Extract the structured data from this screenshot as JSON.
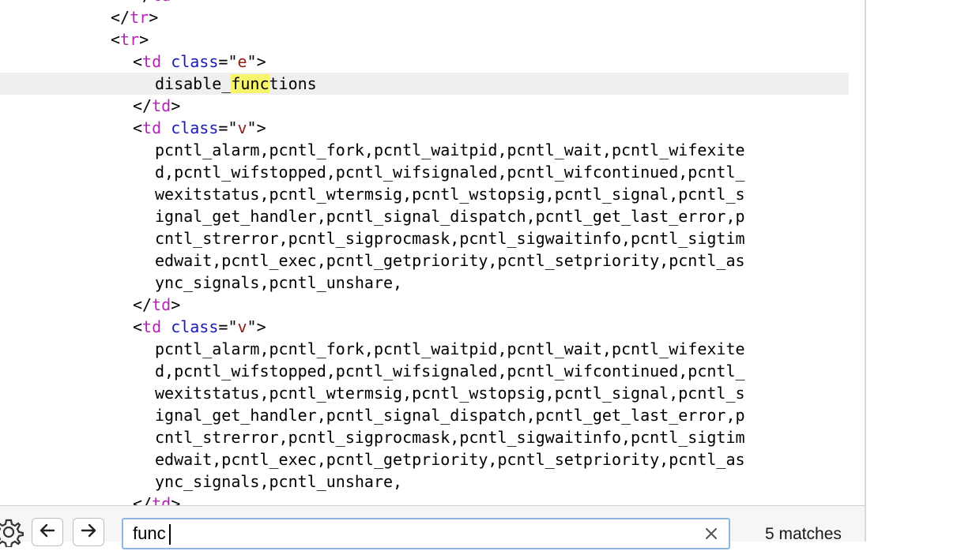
{
  "source": {
    "line_tr_close": {
      "open": "</",
      "tag": "tr",
      "close": ">"
    },
    "line_tr_open": {
      "open": "<",
      "tag": "tr",
      "close": ">"
    },
    "td_e": {
      "open": "<",
      "tag": "td",
      "attr": "class",
      "eq": "=\"",
      "val": "e",
      "end": "\">"
    },
    "disable_pre": "disable_",
    "disable_match": "func",
    "disable_post": "tions",
    "td_close": {
      "open": "</",
      "tag": "td",
      "close": ">"
    },
    "td_v": {
      "open": "<",
      "tag": "td",
      "attr": "class",
      "eq": "=\"",
      "val": "v",
      "end": "\">"
    },
    "value_lines": [
      "pcntl_alarm,pcntl_fork,pcntl_waitpid,pcntl_wait,pcntl_wifexite",
      "d,pcntl_wifstopped,pcntl_wifsignaled,pcntl_wifcontinued,pcntl_",
      "wexitstatus,pcntl_wtermsig,pcntl_wstopsig,pcntl_signal,pcntl_s",
      "ignal_get_handler,pcntl_signal_dispatch,pcntl_get_last_error,p",
      "cntl_strerror,pcntl_sigprocmask,pcntl_sigwaitinfo,pcntl_sigtim",
      "edwait,pcntl_exec,pcntl_getpriority,pcntl_setpriority,pcntl_as",
      "ync_signals,pcntl_unshare,"
    ]
  },
  "findbar": {
    "settings_icon": "gear-icon",
    "prev_icon": "arrow-left-icon",
    "next_icon": "arrow-right-icon",
    "query": "func",
    "clear_icon": "close-icon",
    "matches": "5 matches"
  },
  "colors": {
    "tag": "#b324b7",
    "attr": "#1a1ab8",
    "value": "#8f1d17",
    "highlight": "#f7f569",
    "active_line": "#efefef"
  }
}
